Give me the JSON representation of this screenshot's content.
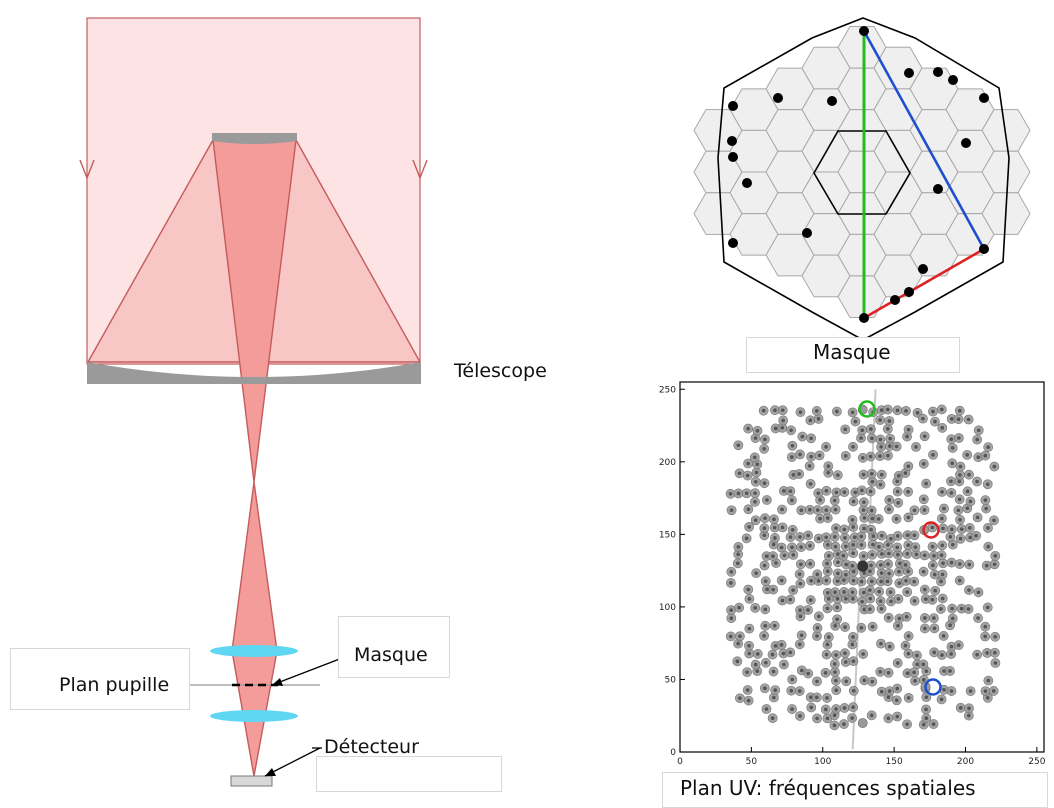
{
  "labels": {
    "telescope": "Télescope",
    "plan_pupille": "Plan pupille",
    "masque_optics": "Masque",
    "detecteur": "Détecteur",
    "masque_panel": "Masque",
    "uv_caption": "Plan UV: fréquences spatiales"
  },
  "uv_axes": {
    "x_ticks": [
      "0",
      "50",
      "100",
      "150",
      "200",
      "250"
    ],
    "y_ticks": [
      "0",
      "50",
      "100",
      "150",
      "200",
      "250"
    ]
  },
  "colors": {
    "beam_light": "#fde3e3",
    "beam_mid": "#f6b5b3",
    "beam_dark": "#f39c9a",
    "beam_edge": "#c35c5c",
    "mirror": "#9a9a9a",
    "lens": "#5fd7f2",
    "baseline_green": "#22bb22",
    "baseline_blue": "#1f4fcf",
    "baseline_red": "#dd2222"
  }
}
